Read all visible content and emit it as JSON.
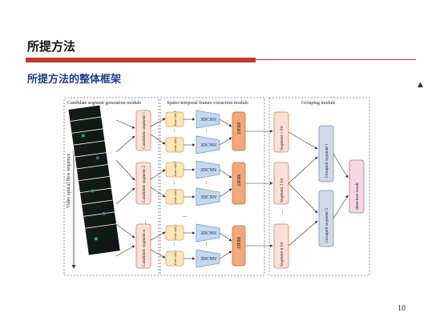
{
  "slide": {
    "title": "所提方法",
    "subtitle": "所提方法的整体框架",
    "page_number": "10",
    "accent_color": "#c0392b",
    "subtitle_color": "#1f3c88"
  },
  "diagram": {
    "modules": {
      "generation": "Candidate segment generation module",
      "extraction": "Spatio-temporal feature extraction module",
      "grouping": "Grouping module"
    },
    "input_label": "Video optical flow sequence",
    "candidates": [
      "Candidate segment 1",
      "Candidate segment 2",
      "Candidate segment n"
    ],
    "slices": [
      "time slot 1",
      "time slot t"
    ],
    "cnn_label": "3DCNN",
    "bert_label": "BERT",
    "segments": [
      "Segment 1 ∂d",
      "Segment 2 ∂d",
      "Segment n ∂d"
    ],
    "grouped": [
      "Grouped segment 1",
      "Grouped segment 2"
    ],
    "result": "detection result",
    "ellipsis": "..."
  }
}
